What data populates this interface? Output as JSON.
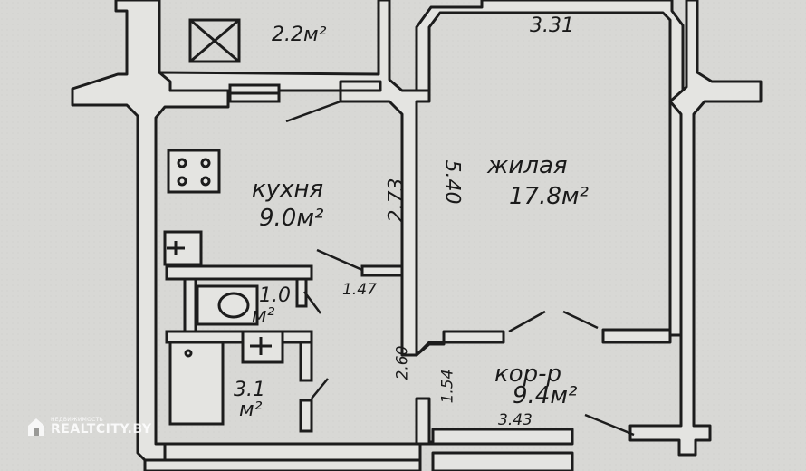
{
  "rooms": {
    "storage": {
      "area": "2.2м²"
    },
    "kitchen": {
      "name": "кухня",
      "area": "9.0м²"
    },
    "living": {
      "name": "жилая",
      "area": "17.8м²"
    },
    "toilet": {
      "area_value": "1.0",
      "area_unit": "м²"
    },
    "bathroom": {
      "area_value": "3.1",
      "area_unit": "м²"
    },
    "corridor": {
      "name": "кор-р",
      "area": "9.4м²"
    }
  },
  "dimensions": {
    "living_top": "3.31",
    "living_side": "5.40",
    "kitchen_side": "2.73",
    "kitchen_bottom": "1.47",
    "corridor_left_a": "2.60",
    "corridor_left_b": "1.54",
    "corridor_bottom": "3.43"
  },
  "watermark": {
    "small": "НЕДВИЖИМОСТЬ",
    "big": "REALTCITY.BY"
  },
  "colors": {
    "paper": "#d8d8d5",
    "wall": "#1c1c1c",
    "wall_fill": "#e4e4e1"
  }
}
